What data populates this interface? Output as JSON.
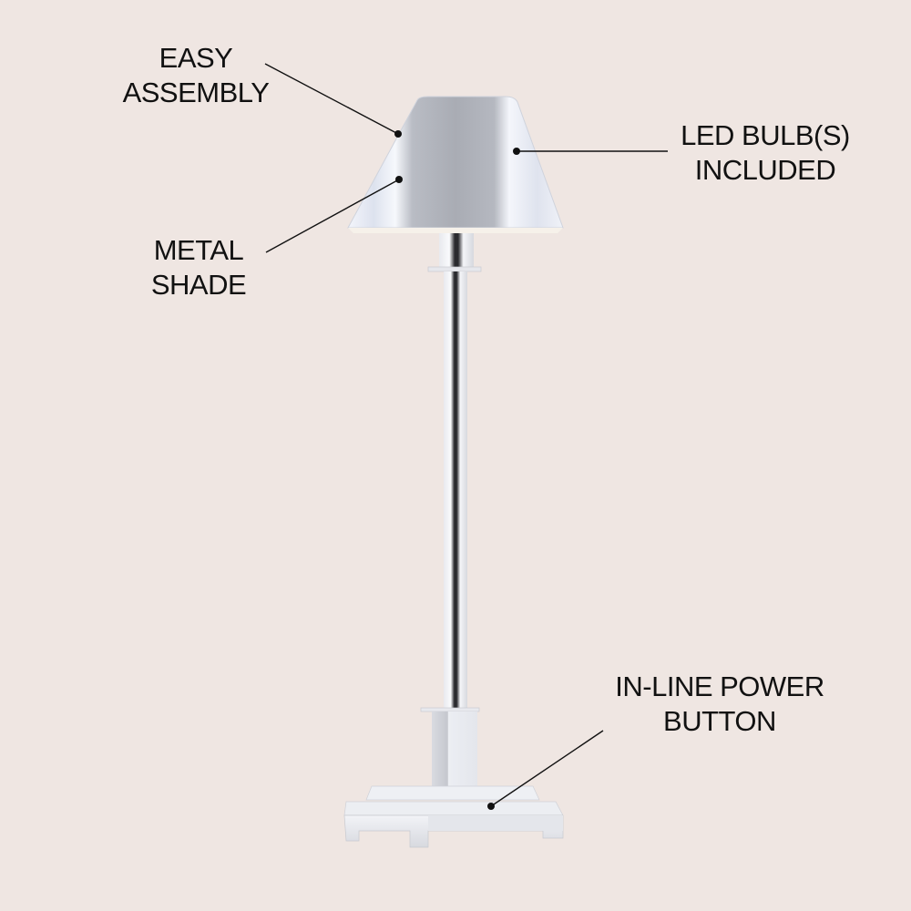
{
  "background_color": "#efe6e2",
  "product": "Metal shade buffet/table lamp with chrome finish",
  "callouts": [
    {
      "id": "easy-assembly",
      "lines": [
        "EASY",
        "ASSEMBLY"
      ]
    },
    {
      "id": "metal-shade",
      "lines": [
        "METAL",
        "SHADE"
      ]
    },
    {
      "id": "led-bulbs",
      "lines": [
        "LED BULB(S)",
        "INCLUDED"
      ]
    },
    {
      "id": "power-button",
      "lines": [
        "IN-LINE POWER",
        "BUTTON"
      ]
    }
  ],
  "colors": {
    "text": "#111111",
    "leader_line": "#111111",
    "chrome_light": "#e9ecf4",
    "chrome_mid": "#c9ccd4",
    "chrome_dark": "#9fa2aa"
  }
}
